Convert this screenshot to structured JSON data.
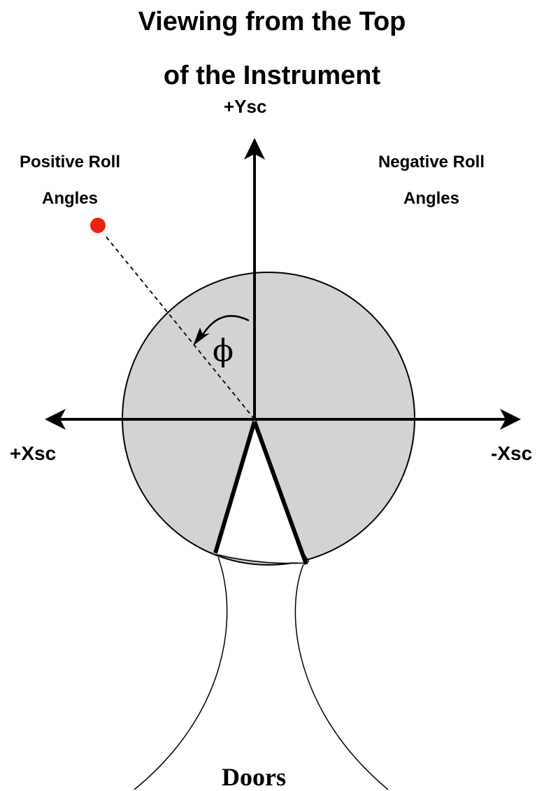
{
  "title": {
    "line1": "Viewing from the Top",
    "line2": "of the Instrument"
  },
  "axes": {
    "plus_y": "+Ysc",
    "plus_x": "+Xsc",
    "minus_x": "-Xsc"
  },
  "regions": {
    "positive_line1": "Positive Roll",
    "positive_line2": "Angles",
    "negative_line1": "Negative Roll",
    "negative_line2": "Angles"
  },
  "angle_symbol": "ϕ",
  "doors_label": "Doors",
  "colors": {
    "disk_fill": "#d3d3d3",
    "target_dot": "#ee2211",
    "ink": "#000000"
  }
}
